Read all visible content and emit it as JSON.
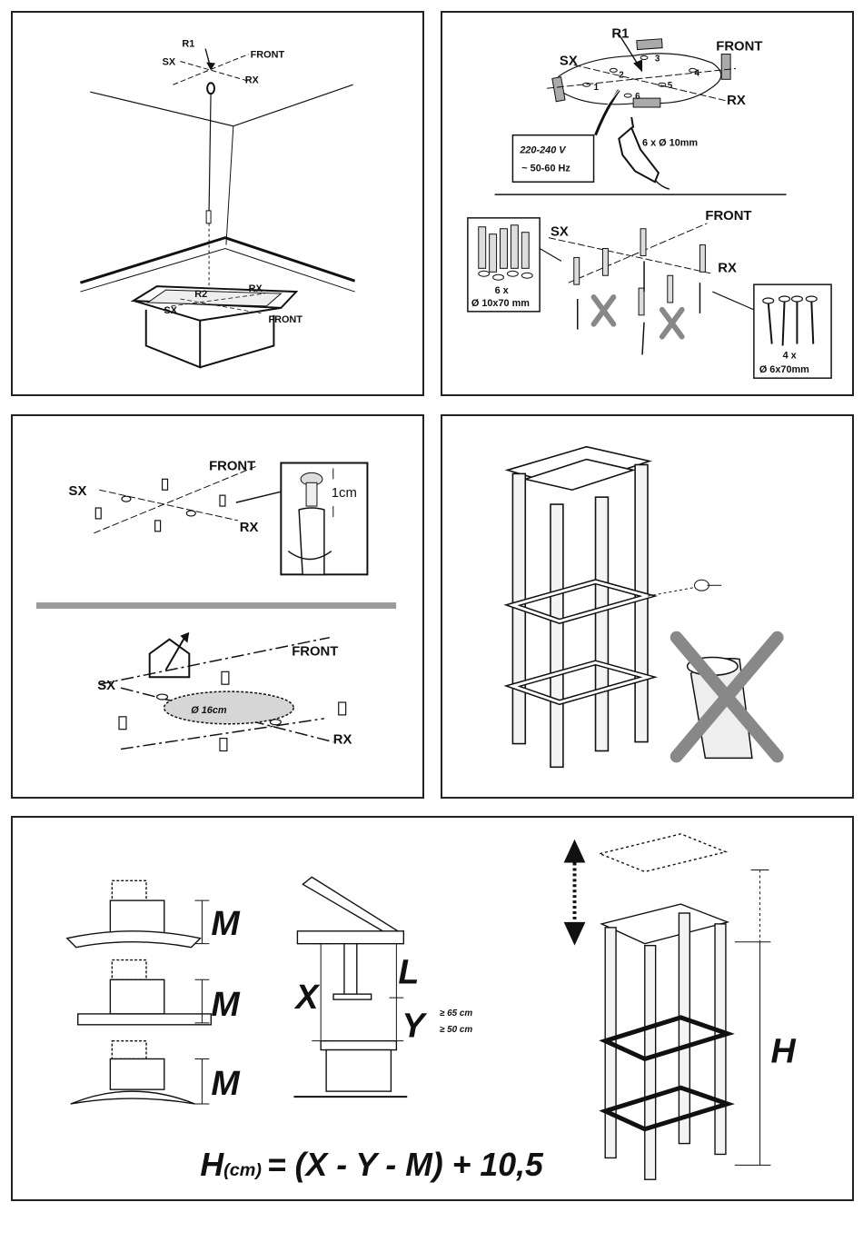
{
  "panel1": {
    "r1": "R1",
    "sx": "SX",
    "front": "FRONT",
    "rx": "RX",
    "r2": "R2",
    "sx2": "SX",
    "front2": "FRONT",
    "rx2": "RX"
  },
  "panel2": {
    "r1": "R1",
    "sx": "SX",
    "front": "FRONT",
    "rx": "RX",
    "holes": [
      "1",
      "2",
      "3",
      "4",
      "5",
      "6"
    ],
    "voltage": "220-240 V",
    "freq": "~ 50-60 Hz",
    "drill": "6 x Ø 10mm",
    "sx2": "SX",
    "front2": "FRONT",
    "rx2": "RX",
    "plugs_count": "6 x",
    "plugs_size": "Ø 10x70 mm",
    "screws_count": "4 x",
    "screws_size": "Ø 6x70mm"
  },
  "panel3": {
    "sx": "SX",
    "front": "FRONT",
    "rx": "RX",
    "gap": "1cm",
    "sx2": "SX",
    "front2": "FRONT",
    "rx2": "RX",
    "diameter": "Ø 16cm"
  },
  "panel5": {
    "m1": "M",
    "m2": "M",
    "m3": "M",
    "l": "L",
    "x": "X",
    "y": "Y",
    "y_vent": "≥ 65 cm",
    "y_elec": "≥ 50 cm",
    "h": "H",
    "formula_h": "H",
    "formula_unit": "(cm)",
    "formula_rest": "= (X - Y - M) + 10,5"
  },
  "colors": {
    "line": "#111111",
    "grey": "#9a9a9a",
    "light": "#d6d6d6",
    "frame": "#e8e8e8"
  }
}
